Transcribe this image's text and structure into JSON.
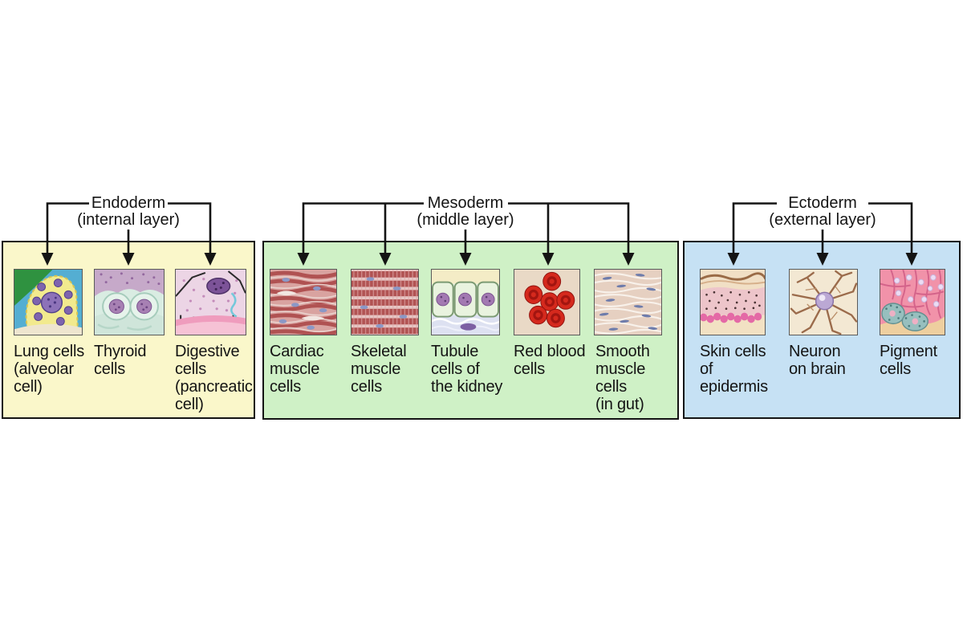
{
  "figure": {
    "type": "germ-layers-cell-types-diagram",
    "background": "#ffffff",
    "line_color": "#141414",
    "text_color": "#141414"
  },
  "groups": [
    {
      "name": "Endoderm",
      "sublabel": "(internal layer)",
      "box_color": "#faf7ca",
      "cells": [
        {
          "label": "Lung cells\n(alveolar\ncell)",
          "image": "lung-alveolar-cell-illustration"
        },
        {
          "label": "Thyroid\ncells",
          "image": "thyroid-cells-illustration"
        },
        {
          "label": "Digestive\ncells\n(pancreatic\ncell)",
          "image": "digestive-pancreatic-cell-illustration"
        }
      ]
    },
    {
      "name": "Mesoderm",
      "sublabel": "(middle layer)",
      "box_color": "#cff1c6",
      "cells": [
        {
          "label": "Cardiac\nmuscle\ncells",
          "image": "cardiac-muscle-cells-illustration"
        },
        {
          "label": "Skeletal\nmuscle\ncells",
          "image": "skeletal-muscle-cells-illustration"
        },
        {
          "label": "Tubule\ncells of\nthe kidney",
          "image": "kidney-tubule-cells-illustration"
        },
        {
          "label": "Red blood\ncells",
          "image": "red-blood-cells-illustration"
        },
        {
          "label": "Smooth\nmuscle\ncells\n(in gut)",
          "image": "smooth-muscle-cells-illustration"
        }
      ]
    },
    {
      "name": "Ectoderm",
      "sublabel": "(external layer)",
      "box_color": "#c6e1f4",
      "cells": [
        {
          "label": "Skin cells\nof\nepidermis",
          "image": "skin-epidermis-cells-illustration"
        },
        {
          "label": "Neuron\non brain",
          "image": "brain-neuron-illustration"
        },
        {
          "label": "Pigment\ncells",
          "image": "pigment-cells-illustration"
        }
      ]
    }
  ]
}
